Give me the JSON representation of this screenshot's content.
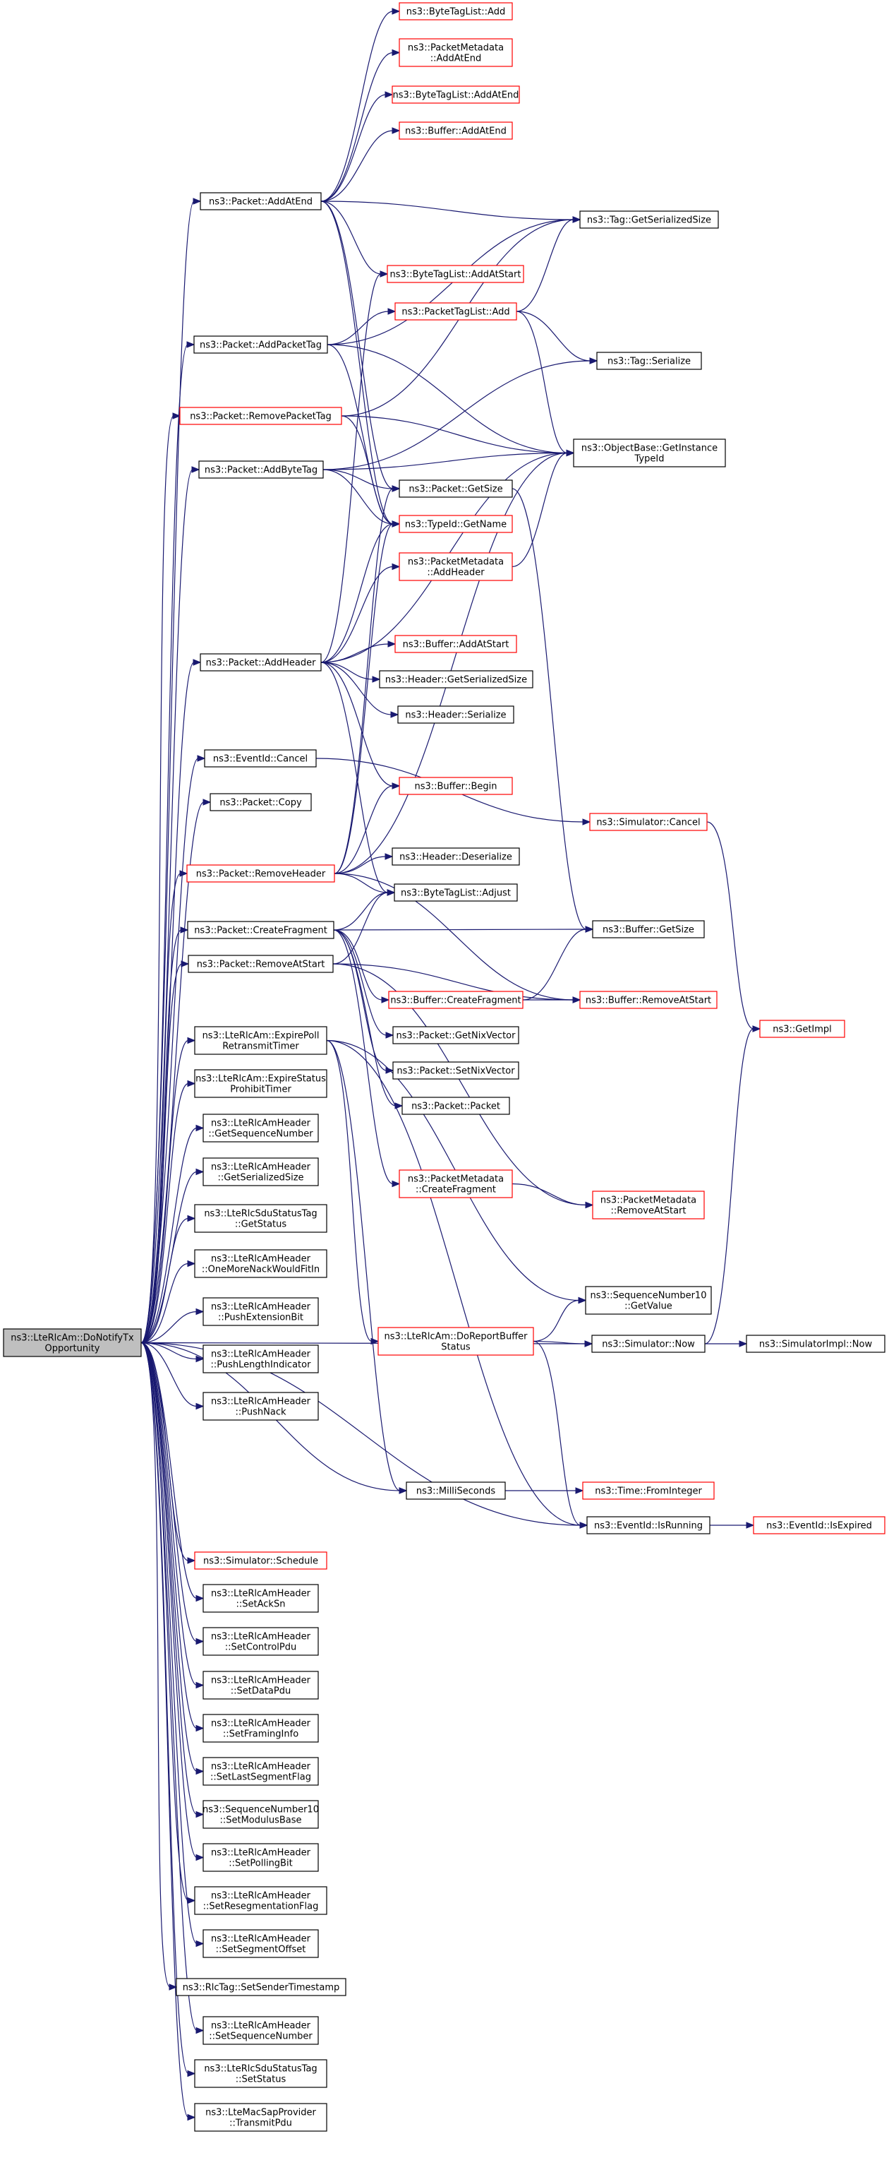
{
  "colors": {
    "edge": "#191970",
    "red_border": "#ff0000",
    "root_fill": "#bfbfbf",
    "normal_border": "#000000"
  },
  "nodes": [
    {
      "id": "root",
      "lines": [
        "ns3::LteRlcAm::DoNotifyTx",
        "Opportunity"
      ],
      "kind": "root"
    },
    {
      "id": "pkt_addatend",
      "lines": [
        "ns3::Packet::AddAtEnd"
      ],
      "kind": "normal"
    },
    {
      "id": "btl_add",
      "lines": [
        "ns3::ByteTagList::Add"
      ],
      "kind": "red"
    },
    {
      "id": "pm_addatend",
      "lines": [
        "ns3::PacketMetadata",
        "::AddAtEnd"
      ],
      "kind": "red"
    },
    {
      "id": "btl_addatend",
      "lines": [
        "ns3::ByteTagList::AddAtEnd"
      ],
      "kind": "red"
    },
    {
      "id": "buf_addatend",
      "lines": [
        "ns3::Buffer::AddAtEnd"
      ],
      "kind": "red"
    },
    {
      "id": "tag_getser",
      "lines": [
        "ns3::Tag::GetSerializedSize"
      ],
      "kind": "normal"
    },
    {
      "id": "btl_addatstart",
      "lines": [
        "ns3::ByteTagList::AddAtStart"
      ],
      "kind": "red"
    },
    {
      "id": "pkt_addpackettag",
      "lines": [
        "ns3::Packet::AddPacketTag"
      ],
      "kind": "normal"
    },
    {
      "id": "ptl_add",
      "lines": [
        "ns3::PacketTagList::Add"
      ],
      "kind": "red"
    },
    {
      "id": "tag_serialize",
      "lines": [
        "ns3::Tag::Serialize"
      ],
      "kind": "normal"
    },
    {
      "id": "pkt_removepackettag",
      "lines": [
        "ns3::Packet::RemovePacketTag"
      ],
      "kind": "red"
    },
    {
      "id": "objbase",
      "lines": [
        "ns3::ObjectBase::GetInstance",
        "TypeId"
      ],
      "kind": "normal"
    },
    {
      "id": "pkt_addbytetag",
      "lines": [
        "ns3::Packet::AddByteTag"
      ],
      "kind": "normal"
    },
    {
      "id": "pkt_getsize",
      "lines": [
        "ns3::Packet::GetSize"
      ],
      "kind": "normal"
    },
    {
      "id": "typeid_getname",
      "lines": [
        "ns3::TypeId::GetName"
      ],
      "kind": "red"
    },
    {
      "id": "pm_addheader",
      "lines": [
        "ns3::PacketMetadata",
        "::AddHeader"
      ],
      "kind": "red"
    },
    {
      "id": "buf_addatstart",
      "lines": [
        "ns3::Buffer::AddAtStart"
      ],
      "kind": "red"
    },
    {
      "id": "pkt_addheader",
      "lines": [
        "ns3::Packet::AddHeader"
      ],
      "kind": "normal"
    },
    {
      "id": "hdr_getser",
      "lines": [
        "ns3::Header::GetSerializedSize"
      ],
      "kind": "normal"
    },
    {
      "id": "hdr_serialize",
      "lines": [
        "ns3::Header::Serialize"
      ],
      "kind": "normal"
    },
    {
      "id": "evt_cancel",
      "lines": [
        "ns3::EventId::Cancel"
      ],
      "kind": "normal"
    },
    {
      "id": "buf_begin",
      "lines": [
        "ns3::Buffer::Begin"
      ],
      "kind": "red"
    },
    {
      "id": "sim_cancel",
      "lines": [
        "ns3::Simulator::Cancel"
      ],
      "kind": "red"
    },
    {
      "id": "pkt_copy",
      "lines": [
        "ns3::Packet::Copy"
      ],
      "kind": "normal"
    },
    {
      "id": "pkt_removeheader",
      "lines": [
        "ns3::Packet::RemoveHeader"
      ],
      "kind": "red"
    },
    {
      "id": "hdr_deserialize",
      "lines": [
        "ns3::Header::Deserialize"
      ],
      "kind": "normal"
    },
    {
      "id": "btl_adjust",
      "lines": [
        "ns3::ByteTagList::Adjust"
      ],
      "kind": "normal"
    },
    {
      "id": "pkt_createfragment",
      "lines": [
        "ns3::Packet::CreateFragment"
      ],
      "kind": "normal"
    },
    {
      "id": "buf_getsize",
      "lines": [
        "ns3::Buffer::GetSize"
      ],
      "kind": "normal"
    },
    {
      "id": "pkt_removeatstart",
      "lines": [
        "ns3::Packet::RemoveAtStart"
      ],
      "kind": "normal"
    },
    {
      "id": "buf_createfragment",
      "lines": [
        "ns3::Buffer::CreateFragment"
      ],
      "kind": "red"
    },
    {
      "id": "buf_removeatstart",
      "lines": [
        "ns3::Buffer::RemoveAtStart"
      ],
      "kind": "red"
    },
    {
      "id": "getimpl",
      "lines": [
        "ns3::GetImpl"
      ],
      "kind": "red"
    },
    {
      "id": "lte_expirepoll",
      "lines": [
        "ns3::LteRlcAm::ExpirePoll",
        "RetransmitTimer"
      ],
      "kind": "normal"
    },
    {
      "id": "pkt_getnix",
      "lines": [
        "ns3::Packet::GetNixVector"
      ],
      "kind": "normal"
    },
    {
      "id": "lte_expirestatus",
      "lines": [
        "ns3::LteRlcAm::ExpireStatus",
        "ProhibitTimer"
      ],
      "kind": "normal"
    },
    {
      "id": "pkt_setnix",
      "lines": [
        "ns3::Packet::SetNixVector"
      ],
      "kind": "normal"
    },
    {
      "id": "pkt_packet",
      "lines": [
        "ns3::Packet::Packet"
      ],
      "kind": "normal"
    },
    {
      "id": "amh_getseq",
      "lines": [
        "ns3::LteRlcAmHeader",
        "::GetSequenceNumber"
      ],
      "kind": "normal"
    },
    {
      "id": "amh_getser",
      "lines": [
        "ns3::LteRlcAmHeader",
        "::GetSerializedSize"
      ],
      "kind": "normal"
    },
    {
      "id": "pm_createfragment",
      "lines": [
        "ns3::PacketMetadata",
        "::CreateFragment"
      ],
      "kind": "red"
    },
    {
      "id": "sdu_getstatus",
      "lines": [
        "ns3::LteRlcSduStatusTag",
        "::GetStatus"
      ],
      "kind": "normal"
    },
    {
      "id": "pm_removeatstart",
      "lines": [
        "ns3::PacketMetadata",
        "::RemoveAtStart"
      ],
      "kind": "red"
    },
    {
      "id": "amh_onemore",
      "lines": [
        "ns3::LteRlcAmHeader",
        "::OneMoreNackWouldFitIn"
      ],
      "kind": "normal"
    },
    {
      "id": "sn10_getvalue",
      "lines": [
        "ns3::SequenceNumber10",
        "::GetValue"
      ],
      "kind": "normal"
    },
    {
      "id": "amh_pushext",
      "lines": [
        "ns3::LteRlcAmHeader",
        "::PushExtensionBit"
      ],
      "kind": "normal"
    },
    {
      "id": "lte_doreport",
      "lines": [
        "ns3::LteRlcAm::DoReportBuffer",
        "Status"
      ],
      "kind": "red"
    },
    {
      "id": "sim_now",
      "lines": [
        "ns3::Simulator::Now"
      ],
      "kind": "normal"
    },
    {
      "id": "simimpl_now",
      "lines": [
        "ns3::SimulatorImpl::Now"
      ],
      "kind": "normal"
    },
    {
      "id": "amh_pushlen",
      "lines": [
        "ns3::LteRlcAmHeader",
        "::PushLengthIndicator"
      ],
      "kind": "normal"
    },
    {
      "id": "amh_pushnack",
      "lines": [
        "ns3::LteRlcAmHeader",
        "::PushNack"
      ],
      "kind": "normal"
    },
    {
      "id": "milliseconds",
      "lines": [
        "ns3::MilliSeconds"
      ],
      "kind": "normal"
    },
    {
      "id": "time_frominteger",
      "lines": [
        "ns3::Time::FromInteger"
      ],
      "kind": "red"
    },
    {
      "id": "evt_isrunning",
      "lines": [
        "ns3::EventId::IsRunning"
      ],
      "kind": "normal"
    },
    {
      "id": "evt_isexpired",
      "lines": [
        "ns3::EventId::IsExpired"
      ],
      "kind": "red"
    },
    {
      "id": "sim_schedule",
      "lines": [
        "ns3::Simulator::Schedule"
      ],
      "kind": "red"
    },
    {
      "id": "amh_setackSn",
      "lines": [
        "ns3::LteRlcAmHeader",
        "::SetAckSn"
      ],
      "kind": "normal"
    },
    {
      "id": "amh_setcontrol",
      "lines": [
        "ns3::LteRlcAmHeader",
        "::SetControlPdu"
      ],
      "kind": "normal"
    },
    {
      "id": "amh_setdata",
      "lines": [
        "ns3::LteRlcAmHeader",
        "::SetDataPdu"
      ],
      "kind": "normal"
    },
    {
      "id": "amh_setframing",
      "lines": [
        "ns3::LteRlcAmHeader",
        "::SetFramingInfo"
      ],
      "kind": "normal"
    },
    {
      "id": "amh_setlastseg",
      "lines": [
        "ns3::LteRlcAmHeader",
        "::SetLastSegmentFlag"
      ],
      "kind": "normal"
    },
    {
      "id": "sn10_setmod",
      "lines": [
        "ns3::SequenceNumber10",
        "::SetModulusBase"
      ],
      "kind": "normal"
    },
    {
      "id": "amh_setpolling",
      "lines": [
        "ns3::LteRlcAmHeader",
        "::SetPollingBit"
      ],
      "kind": "normal"
    },
    {
      "id": "amh_setreseg",
      "lines": [
        "ns3::LteRlcAmHeader",
        "::SetResegmentationFlag"
      ],
      "kind": "normal"
    },
    {
      "id": "amh_setsegoff",
      "lines": [
        "ns3::LteRlcAmHeader",
        "::SetSegmentOffset"
      ],
      "kind": "normal"
    },
    {
      "id": "rlctag_setsender",
      "lines": [
        "ns3::RlcTag::SetSenderTimestamp"
      ],
      "kind": "normal"
    },
    {
      "id": "amh_setseq",
      "lines": [
        "ns3::LteRlcAmHeader",
        "::SetSequenceNumber"
      ],
      "kind": "normal"
    },
    {
      "id": "sdu_setstatus",
      "lines": [
        "ns3::LteRlcSduStatusTag",
        "::SetStatus"
      ],
      "kind": "normal"
    },
    {
      "id": "mac_transmitpdu",
      "lines": [
        "ns3::LteMacSapProvider",
        "::TransmitPdu"
      ],
      "kind": "normal"
    }
  ],
  "edges": [
    [
      "root",
      "pkt_addatend"
    ],
    [
      "root",
      "pkt_addpackettag"
    ],
    [
      "root",
      "pkt_removepackettag"
    ],
    [
      "root",
      "pkt_addbytetag"
    ],
    [
      "root",
      "pkt_addheader"
    ],
    [
      "root",
      "evt_cancel"
    ],
    [
      "root",
      "pkt_copy"
    ],
    [
      "root",
      "pkt_removeheader"
    ],
    [
      "root",
      "pkt_createfragment"
    ],
    [
      "root",
      "pkt_removeatstart"
    ],
    [
      "root",
      "lte_expirepoll"
    ],
    [
      "root",
      "lte_expirestatus"
    ],
    [
      "root",
      "amh_getseq"
    ],
    [
      "root",
      "amh_getser"
    ],
    [
      "root",
      "sdu_getstatus"
    ],
    [
      "root",
      "amh_onemore"
    ],
    [
      "root",
      "amh_pushext"
    ],
    [
      "root",
      "amh_pushlen"
    ],
    [
      "root",
      "amh_pushnack"
    ],
    [
      "root",
      "sim_now"
    ],
    [
      "root",
      "milliseconds"
    ],
    [
      "root",
      "evt_isrunning"
    ],
    [
      "root",
      "sim_schedule"
    ],
    [
      "root",
      "amh_setackSn"
    ],
    [
      "root",
      "amh_setcontrol"
    ],
    [
      "root",
      "amh_setdata"
    ],
    [
      "root",
      "amh_setframing"
    ],
    [
      "root",
      "amh_setlastseg"
    ],
    [
      "root",
      "sn10_setmod"
    ],
    [
      "root",
      "amh_setpolling"
    ],
    [
      "root",
      "amh_setreseg"
    ],
    [
      "root",
      "amh_setsegoff"
    ],
    [
      "root",
      "rlctag_setsender"
    ],
    [
      "root",
      "amh_setseq"
    ],
    [
      "root",
      "sdu_setstatus"
    ],
    [
      "root",
      "mac_transmitpdu"
    ],
    [
      "pkt_addatend",
      "btl_add"
    ],
    [
      "pkt_addatend",
      "pm_addatend"
    ],
    [
      "pkt_addatend",
      "btl_addatend"
    ],
    [
      "pkt_addatend",
      "buf_addatend"
    ],
    [
      "pkt_addatend",
      "tag_getser"
    ],
    [
      "pkt_addatend",
      "btl_addatstart"
    ],
    [
      "pkt_addatend",
      "pkt_getsize"
    ],
    [
      "pkt_addatend",
      "typeid_getname"
    ],
    [
      "pkt_addpackettag",
      "tag_getser"
    ],
    [
      "pkt_addpackettag",
      "ptl_add"
    ],
    [
      "pkt_addpackettag",
      "objbase"
    ],
    [
      "pkt_addpackettag",
      "typeid_getname"
    ],
    [
      "ptl_add",
      "tag_getser"
    ],
    [
      "ptl_add",
      "tag_serialize"
    ],
    [
      "ptl_add",
      "objbase"
    ],
    [
      "pkt_removepackettag",
      "tag_getser"
    ],
    [
      "pkt_removepackettag",
      "objbase"
    ],
    [
      "pkt_removepackettag",
      "typeid_getname"
    ],
    [
      "pkt_addbytetag",
      "tag_serialize"
    ],
    [
      "pkt_addbytetag",
      "objbase"
    ],
    [
      "pkt_addbytetag",
      "pkt_getsize"
    ],
    [
      "pkt_addbytetag",
      "typeid_getname"
    ],
    [
      "pkt_getsize",
      "buf_getsize"
    ],
    [
      "pm_addheader",
      "objbase"
    ],
    [
      "pkt_addheader",
      "btl_addatstart"
    ],
    [
      "pkt_addheader",
      "objbase"
    ],
    [
      "pkt_addheader",
      "typeid_getname"
    ],
    [
      "pkt_addheader",
      "pm_addheader"
    ],
    [
      "pkt_addheader",
      "buf_addatstart"
    ],
    [
      "pkt_addheader",
      "hdr_getser"
    ],
    [
      "pkt_addheader",
      "hdr_serialize"
    ],
    [
      "pkt_addheader",
      "buf_begin"
    ],
    [
      "pkt_addheader",
      "btl_adjust"
    ],
    [
      "evt_cancel",
      "sim_cancel"
    ],
    [
      "sim_cancel",
      "getimpl"
    ],
    [
      "pkt_removeheader",
      "objbase"
    ],
    [
      "pkt_removeheader",
      "typeid_getname"
    ],
    [
      "pkt_removeheader",
      "buf_begin"
    ],
    [
      "pkt_removeheader",
      "hdr_deserialize"
    ],
    [
      "pkt_removeheader",
      "btl_adjust"
    ],
    [
      "pkt_removeheader",
      "buf_removeatstart"
    ],
    [
      "pkt_removeheader",
      "pkt_getsize"
    ],
    [
      "pkt_createfragment",
      "btl_adjust"
    ],
    [
      "pkt_createfragment",
      "buf_getsize"
    ],
    [
      "pkt_createfragment",
      "buf_createfragment"
    ],
    [
      "pkt_createfragment",
      "pkt_getnix"
    ],
    [
      "pkt_createfragment",
      "pkt_setnix"
    ],
    [
      "pkt_createfragment",
      "pkt_packet"
    ],
    [
      "pkt_createfragment",
      "pm_createfragment"
    ],
    [
      "pkt_removeatstart",
      "btl_adjust"
    ],
    [
      "pkt_removeatstart",
      "buf_removeatstart"
    ],
    [
      "pkt_removeatstart",
      "pm_removeatstart"
    ],
    [
      "buf_createfragment",
      "buf_getsize"
    ],
    [
      "buf_createfragment",
      "buf_removeatstart"
    ],
    [
      "pm_createfragment",
      "pm_removeatstart"
    ],
    [
      "lte_expirepoll",
      "sn10_getvalue"
    ],
    [
      "lte_expirepoll",
      "lte_doreport"
    ],
    [
      "lte_expirepoll",
      "milliseconds"
    ],
    [
      "lte_expirepoll",
      "evt_isrunning"
    ],
    [
      "lte_doreport",
      "sn10_getvalue"
    ],
    [
      "lte_doreport",
      "sim_now"
    ],
    [
      "lte_doreport",
      "evt_isrunning"
    ],
    [
      "sim_now",
      "simimpl_now"
    ],
    [
      "sim_now",
      "getimpl"
    ],
    [
      "milliseconds",
      "time_frominteger"
    ],
    [
      "evt_isrunning",
      "evt_isexpired"
    ]
  ]
}
